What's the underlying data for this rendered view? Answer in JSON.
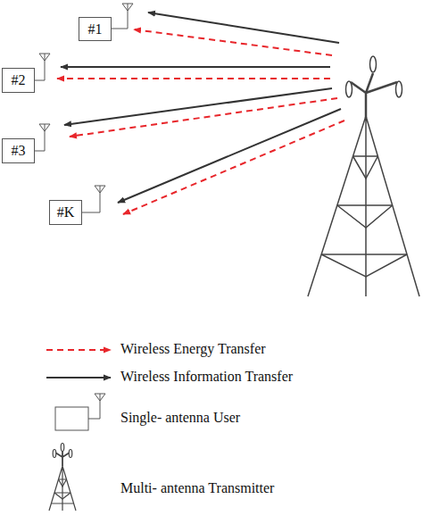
{
  "diagram": {
    "nodes": [
      {
        "text": [
          "#1"
        ]
      },
      {
        "text": [
          "#2"
        ]
      },
      {
        "text": [
          "#3"
        ]
      },
      {
        "text": [
          "#K"
        ]
      }
    ],
    "legend": [
      {
        "text": "Wireless Energy Transfer"
      },
      {
        "text": "Wireless Information Transfer"
      },
      {
        "text": "Single- antenna User"
      },
      {
        "text": "Multi- antenna Transmitter"
      }
    ]
  }
}
